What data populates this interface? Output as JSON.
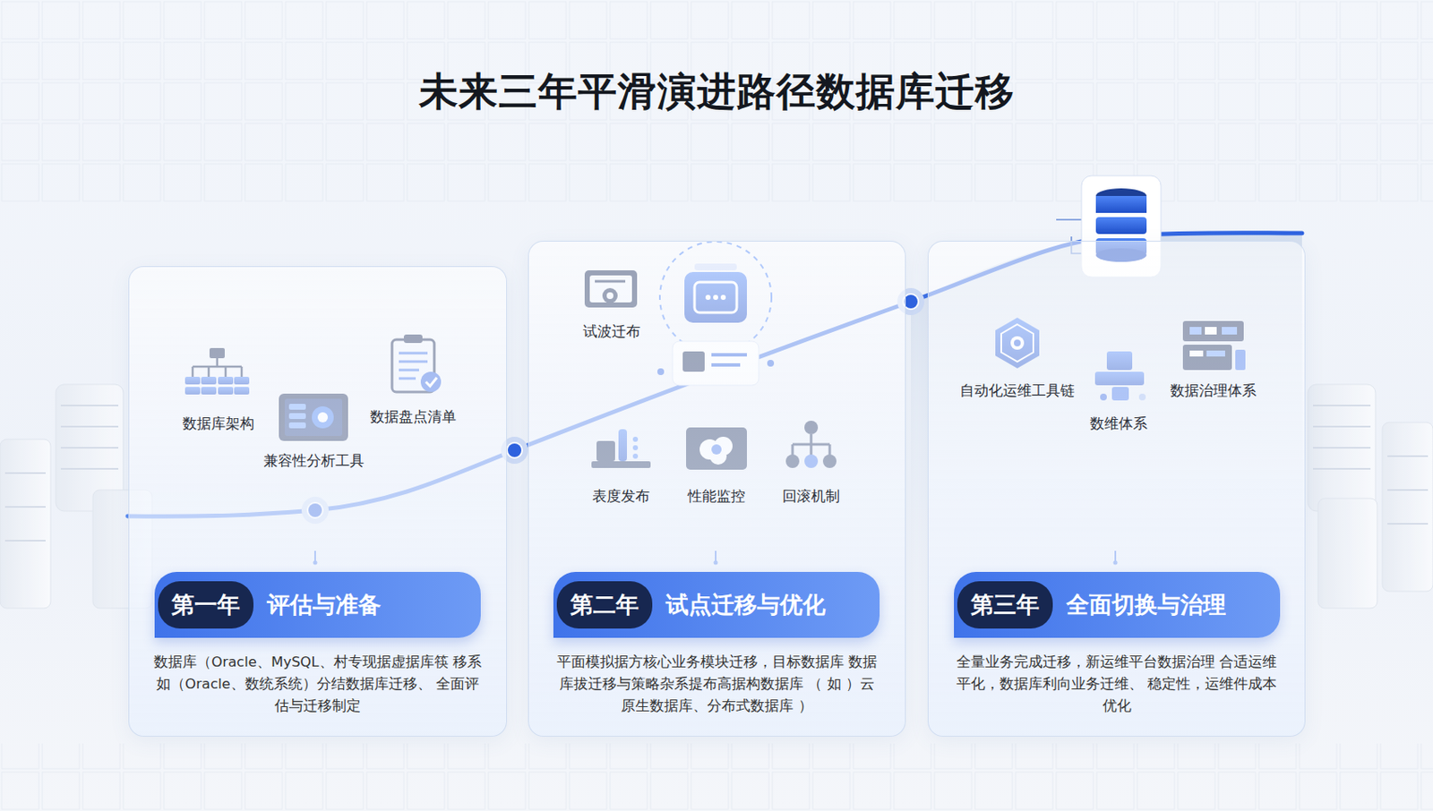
{
  "diagram": {
    "title": "未来三年平滑演进路径数据库迁移",
    "nodes": [
      {
        "text": [
          "数据库（Oracle、MySQL、村专现据虚据库筷 移系如（Oracle、数统系统）分结数据库迁移、 全面评估与迁移制定"
        ]
      },
      {
        "text": [
          "第一年",
          "评估与准备"
        ],
        "in": 0
      },
      {
        "text": [
          "平面模拟据方核心业务模块迁移，目标数据库 数据库拔迁移与策略杂系提布高据构数据库 （ 如 ）云原生数据库、分布式数据库 ）"
        ]
      },
      {
        "text": [
          "第二年",
          "试点迁移与优化"
        ],
        "in": 2
      },
      {
        "text": [
          "全量业务完成迁移，新运维平台数据治理 合适运维平化，数据库利向业务迁维、 稳定性，运维件成本优化"
        ]
      },
      {
        "text": [
          "第三年",
          "全面切换与治理"
        ],
        "in": 4
      }
    ],
    "labels": [
      "数据库架构",
      "兼容性分析工具",
      "数据盘点清单",
      "试波迁布",
      "表度发布",
      "性能监控",
      "回滚机制",
      "自动化运维工具链",
      "数维体系",
      "数据治理体系"
    ]
  }
}
